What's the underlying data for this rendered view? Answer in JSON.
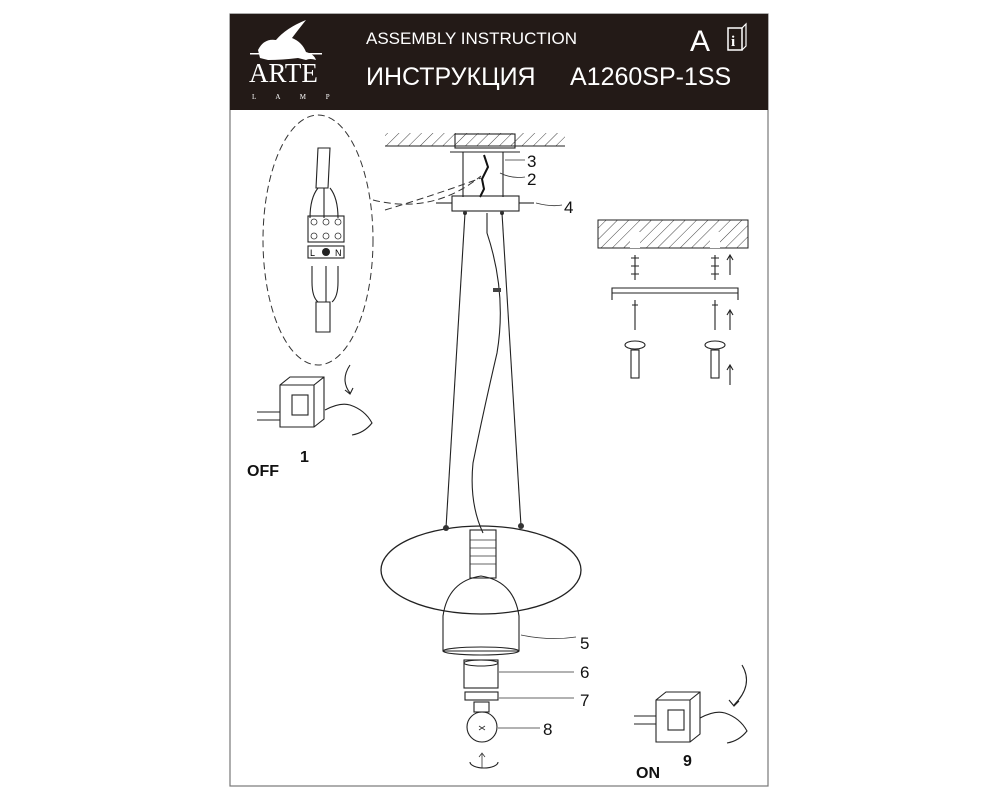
{
  "header": {
    "brand": "ARTE",
    "brand_sub": "L A M P",
    "title_en": "ASSEMBLY INSTRUCTION",
    "title_ru": "ИНСТРУКЦИЯ",
    "model": "A1260SP-1SS",
    "letter": "A",
    "info_icon": "i"
  },
  "parts": {
    "p1": "1",
    "p2": "2",
    "p3": "3",
    "p4": "4",
    "p5": "5",
    "p6": "6",
    "p7": "7",
    "p8": "8",
    "p9": "9"
  },
  "switch": {
    "off": "OFF",
    "on": "ON"
  },
  "wiring": {
    "live": "L",
    "neutral": "N"
  },
  "colors": {
    "header_bg": "#231a17",
    "header_text": "#ffffff",
    "line": "#222222"
  }
}
